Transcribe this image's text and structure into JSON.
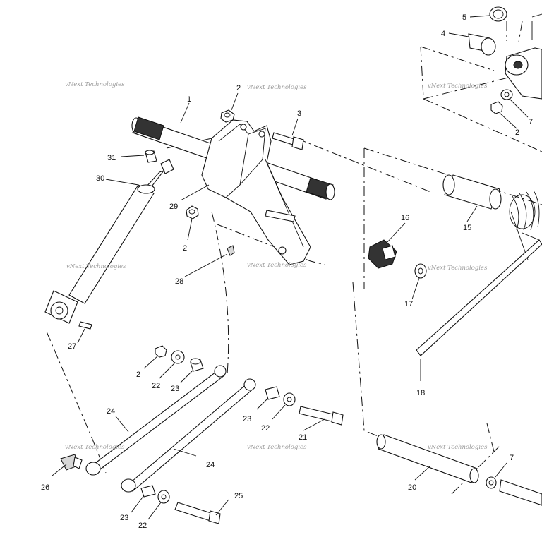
{
  "diagram": {
    "watermark": "vNext Technologies",
    "callouts": {
      "c1": "1",
      "c2a": "2",
      "c2b": "2",
      "c2c": "2",
      "c2d": "2",
      "c3": "3",
      "c4": "4",
      "c5": "5",
      "c7a": "7",
      "c7b": "7",
      "c15": "15",
      "c16": "16",
      "c17": "17",
      "c18": "18",
      "c20": "20",
      "c21": "21",
      "c22a": "22",
      "c22b": "22",
      "c22c": "22",
      "c23a": "23",
      "c23b": "23",
      "c23c": "23",
      "c24a": "24",
      "c24b": "24",
      "c25": "25",
      "c26": "26",
      "c27": "27",
      "c28": "28",
      "c29": "29",
      "c30": "30",
      "c31": "31"
    }
  }
}
